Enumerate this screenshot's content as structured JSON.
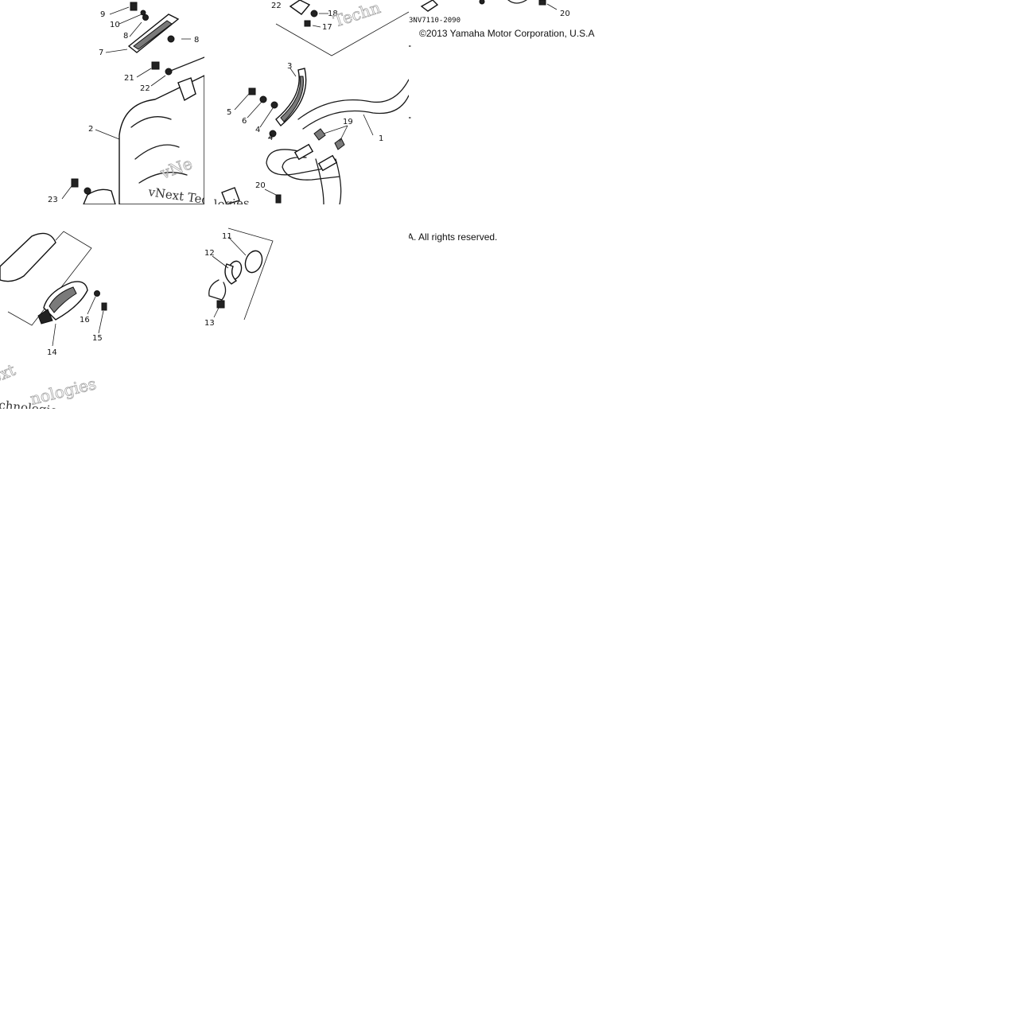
{
  "diagram": {
    "document_code": "3NV7110-2090",
    "copyright_line_1": "©2013 Yamaha Motor Corporation, U.S.A",
    "copyright_line_2": "A. All rights reserved.",
    "watermark": {
      "brand_short": "vNext",
      "brand_full": "vNext Technologies",
      "word_tech": "Techn",
      "word_nologies": "nologies",
      "word_ext": "ext",
      "word_technologies": "chnologies",
      "word_logies": "logies",
      "word_ne": "vNe"
    },
    "callouts": {
      "c1": "1",
      "c2": "2",
      "c3": "3",
      "c4": "4",
      "c5": "5",
      "c6": "6",
      "c7": "7",
      "c8": "8",
      "c9": "9",
      "c10": "10",
      "c11": "11",
      "c12": "12",
      "c13": "13",
      "c14": "14",
      "c15": "15",
      "c16": "16",
      "c17": "17",
      "c18": "18",
      "c19": "19",
      "c20": "20",
      "c21": "21",
      "c22": "22",
      "c23": "23"
    },
    "colors": {
      "line": "#1a1a1a",
      "background": "#ffffff",
      "watermark": "#9a9a9a"
    }
  }
}
